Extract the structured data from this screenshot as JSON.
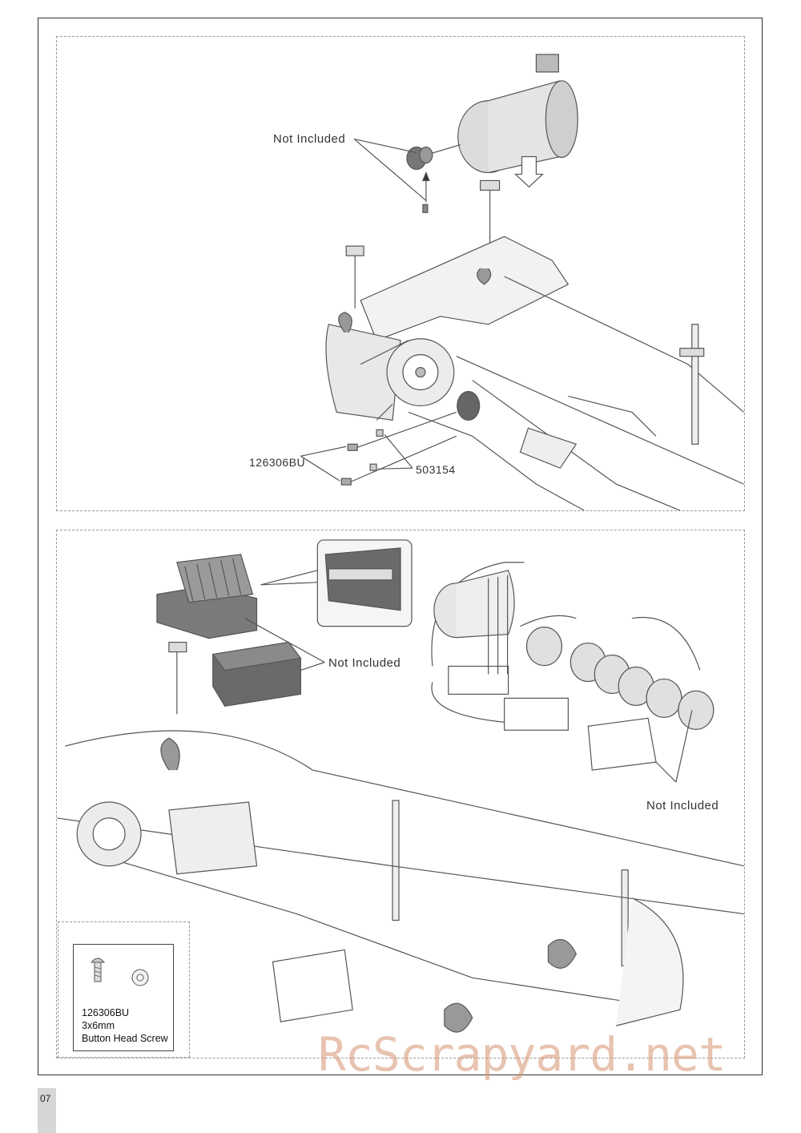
{
  "top_panel": {
    "label_not_included": "Not Included",
    "label_screw_part": "126306BU",
    "label_washer_part": "503154"
  },
  "bottom_panel": {
    "label_not_included_esc": "Not Included",
    "label_not_included_electronics": "Not Included"
  },
  "parts_box": {
    "part_number": "126306BU",
    "size": "3x6mm",
    "description": "Button Head Screw"
  },
  "page": {
    "number": "07",
    "watermark": "RcScrapyard.net"
  },
  "colors": {
    "frame": "#333333",
    "panel_border": "#999999",
    "watermark": "#d69270",
    "page_tab": "#d6d6d6"
  }
}
